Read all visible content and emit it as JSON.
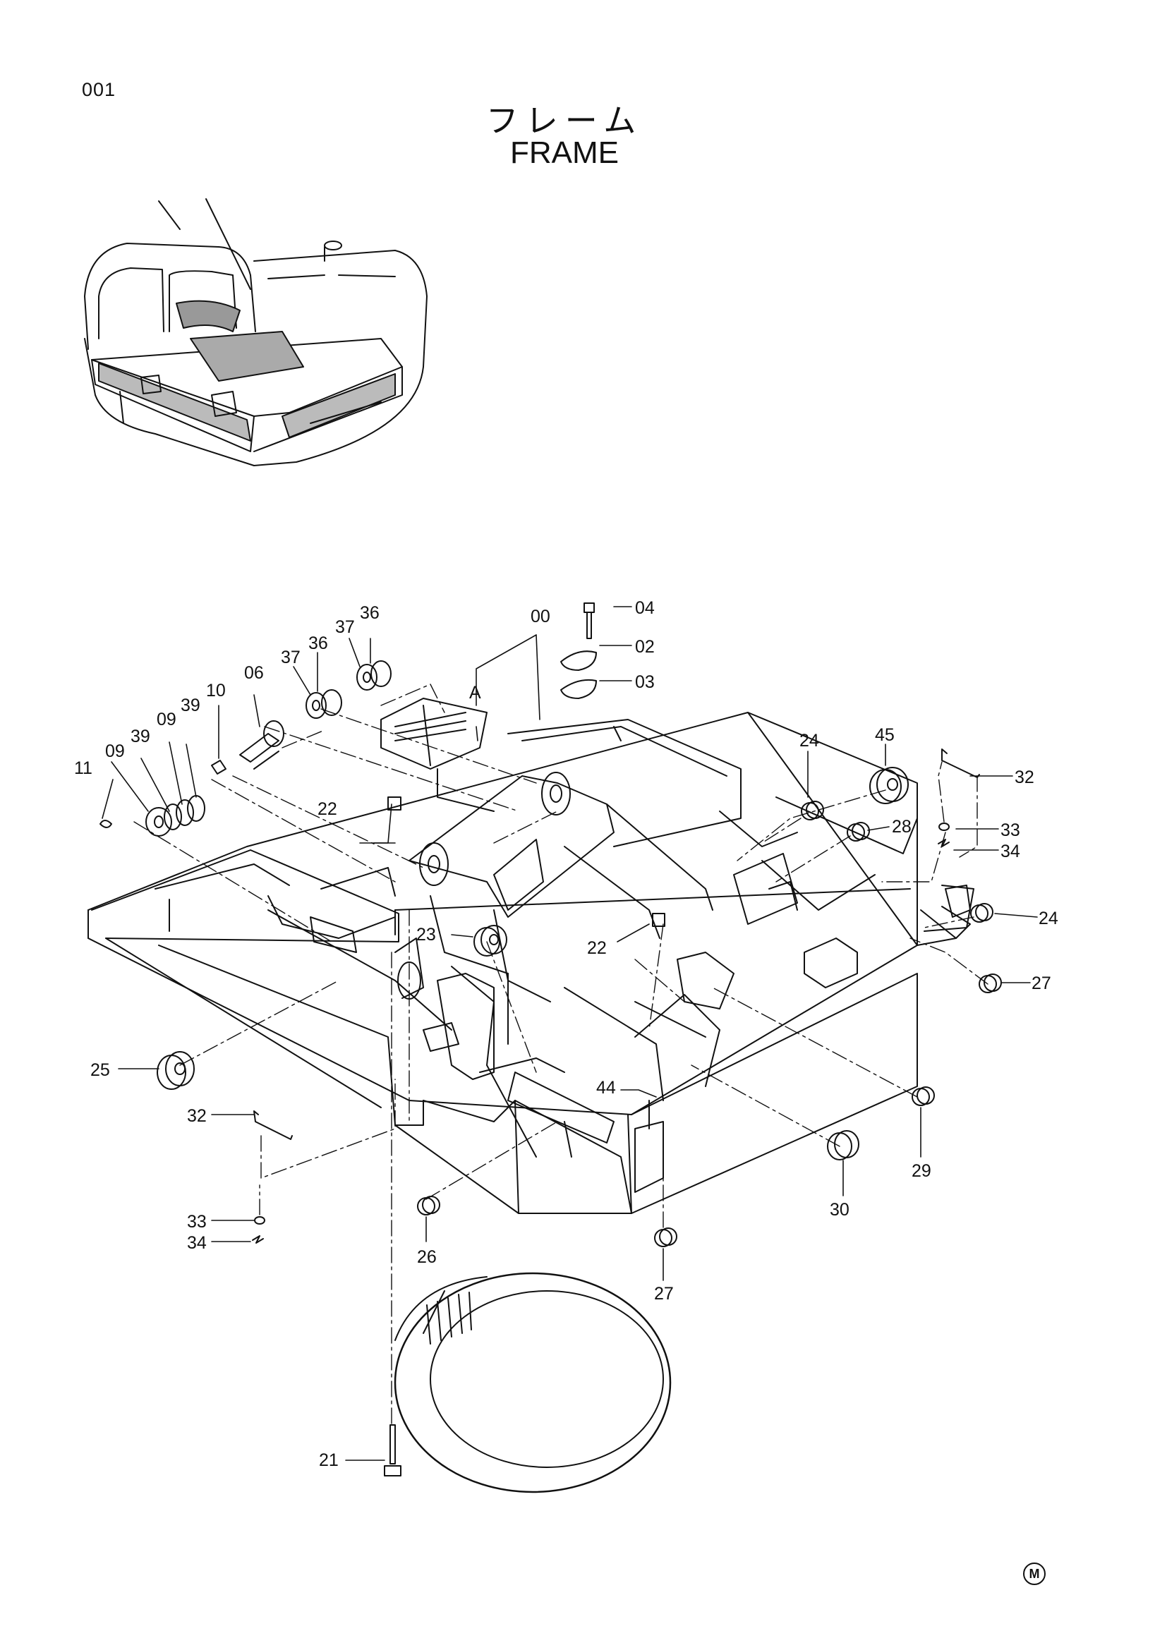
{
  "header": {
    "page_number": "001",
    "title_jp": "フレーム",
    "title_en": "FRAME"
  },
  "callouts": [
    {
      "id": "00",
      "text": "00"
    },
    {
      "id": "02",
      "text": "02"
    },
    {
      "id": "03",
      "text": "03"
    },
    {
      "id": "04",
      "text": "04"
    },
    {
      "id": "06",
      "text": "06"
    },
    {
      "id": "09a",
      "text": "09"
    },
    {
      "id": "09b",
      "text": "09"
    },
    {
      "id": "10",
      "text": "10"
    },
    {
      "id": "11",
      "text": "11"
    },
    {
      "id": "21",
      "text": "21"
    },
    {
      "id": "22a",
      "text": "22"
    },
    {
      "id": "22b",
      "text": "22"
    },
    {
      "id": "23",
      "text": "23"
    },
    {
      "id": "24a",
      "text": "24"
    },
    {
      "id": "24b",
      "text": "24"
    },
    {
      "id": "25",
      "text": "25"
    },
    {
      "id": "26",
      "text": "26"
    },
    {
      "id": "27a",
      "text": "27"
    },
    {
      "id": "27b",
      "text": "27"
    },
    {
      "id": "28",
      "text": "28"
    },
    {
      "id": "29",
      "text": "29"
    },
    {
      "id": "30",
      "text": "30"
    },
    {
      "id": "32a",
      "text": "32"
    },
    {
      "id": "32b",
      "text": "32"
    },
    {
      "id": "33a",
      "text": "33"
    },
    {
      "id": "33b",
      "text": "33"
    },
    {
      "id": "34a",
      "text": "34"
    },
    {
      "id": "34b",
      "text": "34"
    },
    {
      "id": "36a",
      "text": "36"
    },
    {
      "id": "36b",
      "text": "36"
    },
    {
      "id": "37a",
      "text": "37"
    },
    {
      "id": "37b",
      "text": "37"
    },
    {
      "id": "39a",
      "text": "39"
    },
    {
      "id": "39b",
      "text": "39"
    },
    {
      "id": "44",
      "text": "44"
    },
    {
      "id": "45",
      "text": "45"
    },
    {
      "id": "A",
      "text": "A"
    }
  ],
  "footer_mark": "M"
}
